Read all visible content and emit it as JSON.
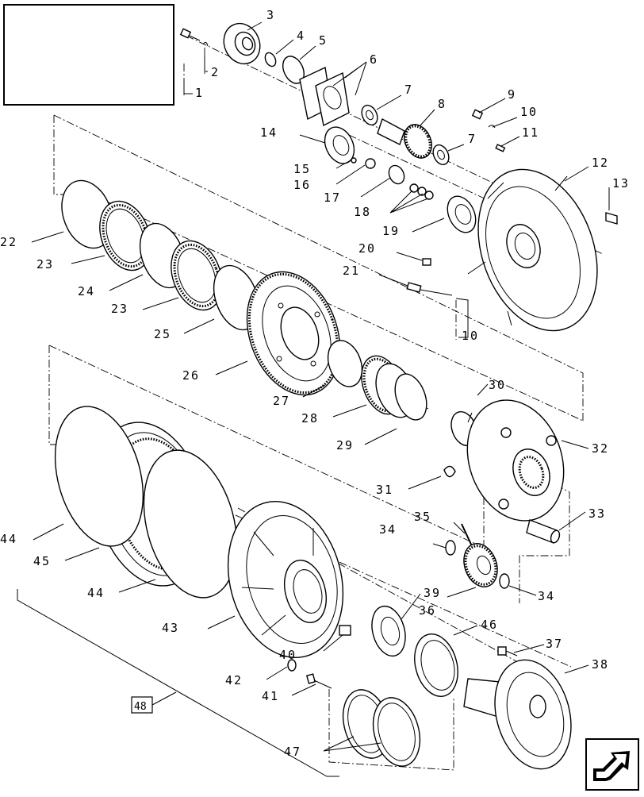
{
  "diagram": {
    "callouts": [
      {
        "id": "c1",
        "text": "1"
      },
      {
        "id": "c2",
        "text": "2"
      },
      {
        "id": "c3",
        "text": "3"
      },
      {
        "id": "c4",
        "text": "4"
      },
      {
        "id": "c5",
        "text": "5"
      },
      {
        "id": "c6",
        "text": "6"
      },
      {
        "id": "c7a",
        "text": "7"
      },
      {
        "id": "c7b",
        "text": "7"
      },
      {
        "id": "c8",
        "text": "8"
      },
      {
        "id": "c9",
        "text": "9"
      },
      {
        "id": "c10a",
        "text": "10"
      },
      {
        "id": "c10b",
        "text": "10"
      },
      {
        "id": "c11",
        "text": "11"
      },
      {
        "id": "c12",
        "text": "12"
      },
      {
        "id": "c13",
        "text": "13"
      },
      {
        "id": "c14",
        "text": "14"
      },
      {
        "id": "c15",
        "text": "15"
      },
      {
        "id": "c16",
        "text": "16"
      },
      {
        "id": "c17",
        "text": "17"
      },
      {
        "id": "c18",
        "text": "18"
      },
      {
        "id": "c19",
        "text": "19"
      },
      {
        "id": "c20",
        "text": "20"
      },
      {
        "id": "c21",
        "text": "21"
      },
      {
        "id": "c22",
        "text": "22"
      },
      {
        "id": "c23a",
        "text": "23"
      },
      {
        "id": "c23b",
        "text": "23"
      },
      {
        "id": "c24",
        "text": "24"
      },
      {
        "id": "c25",
        "text": "25"
      },
      {
        "id": "c26",
        "text": "26"
      },
      {
        "id": "c27",
        "text": "27"
      },
      {
        "id": "c28",
        "text": "28"
      },
      {
        "id": "c29",
        "text": "29"
      },
      {
        "id": "c30",
        "text": "30"
      },
      {
        "id": "c31",
        "text": "31"
      },
      {
        "id": "c32",
        "text": "32"
      },
      {
        "id": "c33",
        "text": "33"
      },
      {
        "id": "c34a",
        "text": "34"
      },
      {
        "id": "c34b",
        "text": "34"
      },
      {
        "id": "c35",
        "text": "35"
      },
      {
        "id": "c36",
        "text": "36"
      },
      {
        "id": "c37",
        "text": "37"
      },
      {
        "id": "c38",
        "text": "38"
      },
      {
        "id": "c39",
        "text": "39"
      },
      {
        "id": "c40",
        "text": "40"
      },
      {
        "id": "c41",
        "text": "41"
      },
      {
        "id": "c42",
        "text": "42"
      },
      {
        "id": "c43",
        "text": "43"
      },
      {
        "id": "c44a",
        "text": "44"
      },
      {
        "id": "c44b",
        "text": "44"
      },
      {
        "id": "c45",
        "text": "45"
      },
      {
        "id": "c46",
        "text": "46"
      },
      {
        "id": "c47",
        "text": "47"
      },
      {
        "id": "c48",
        "text": "48"
      }
    ]
  },
  "icons": {
    "next_page": "next-page-arrow-icon"
  }
}
